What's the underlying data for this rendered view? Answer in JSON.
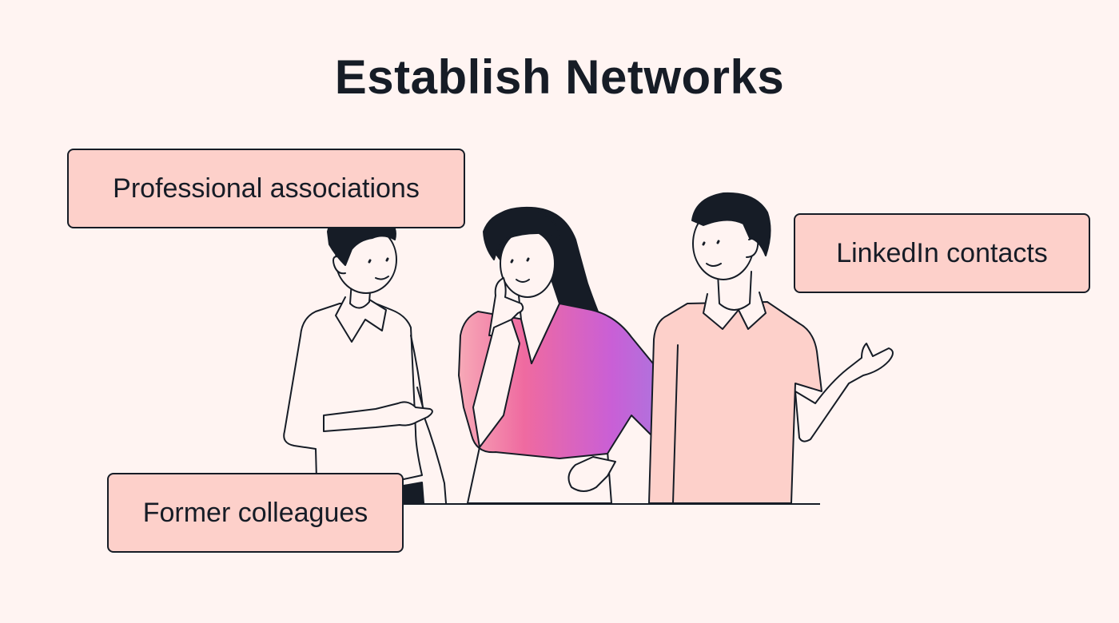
{
  "title": "Establish Networks",
  "labels": {
    "professional": "Professional associations",
    "linkedin": "LinkedIn contacts",
    "colleagues": "Former colleagues"
  },
  "colors": {
    "background": "#fff4f2",
    "label_fill": "#fdd0ca",
    "outline": "#161c26",
    "hair": "#161c26",
    "shirt_pink": "#fdd0ca",
    "blouse_gradient": [
      "#f7a9b7",
      "#ef6aa0",
      "#c95fd6",
      "#a57ae0"
    ]
  },
  "icons": [
    "man-left-figure",
    "woman-center-figure",
    "man-right-figure"
  ]
}
